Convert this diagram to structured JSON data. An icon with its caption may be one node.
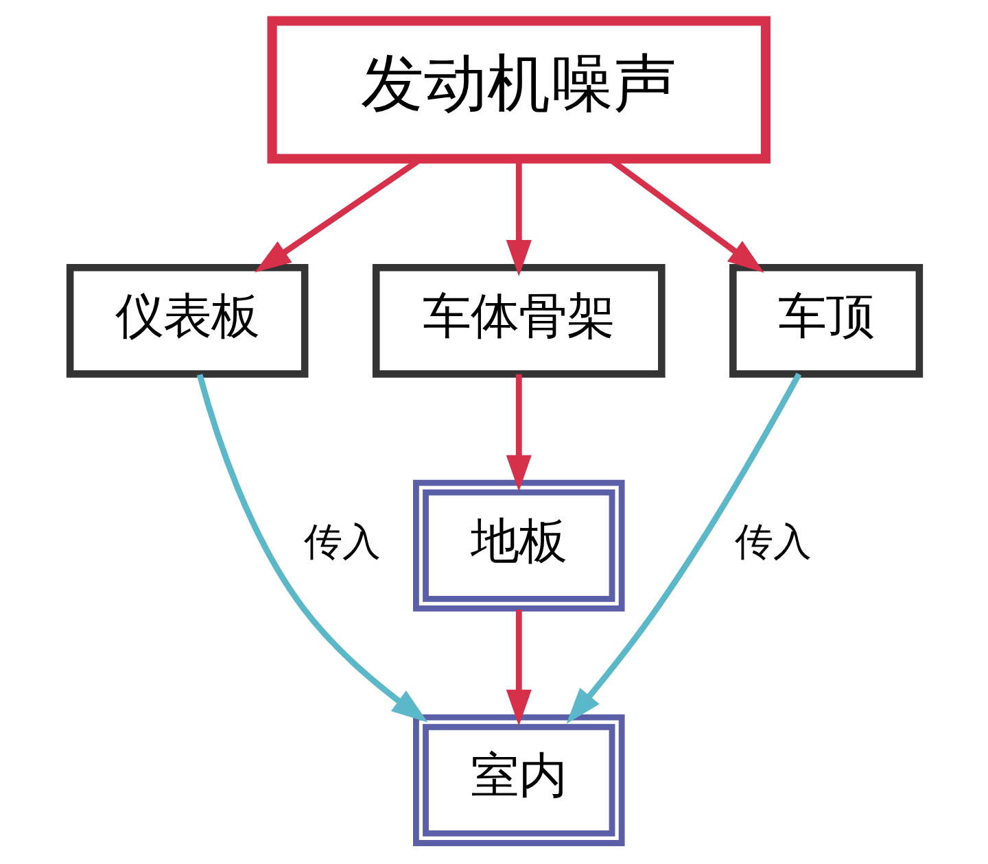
{
  "diagram": {
    "nodes": [
      {
        "text": [
          "发动机噪声"
        ]
      },
      {
        "text": [
          "仪表板"
        ]
      },
      {
        "text": [
          "车体骨架"
        ]
      },
      {
        "text": [
          "车顶"
        ]
      },
      {
        "text": [
          "地板"
        ]
      },
      {
        "text": [
          "室内"
        ]
      }
    ],
    "edges": [
      {
        "from": 0,
        "to": 1,
        "arrow": "to"
      },
      {
        "from": 0,
        "to": 2,
        "arrow": "to"
      },
      {
        "from": 0,
        "to": 3,
        "arrow": "to"
      },
      {
        "from": 2,
        "to": 4,
        "arrow": "to"
      },
      {
        "from": 4,
        "to": 5,
        "arrow": "to"
      },
      {
        "from": 1,
        "to": 5,
        "arrow": "to",
        "label": "传入",
        "color": "#5bb8c8"
      },
      {
        "from": 3,
        "to": 5,
        "arrow": "to",
        "label": "传入",
        "color": "#5bb8c8"
      }
    ]
  }
}
